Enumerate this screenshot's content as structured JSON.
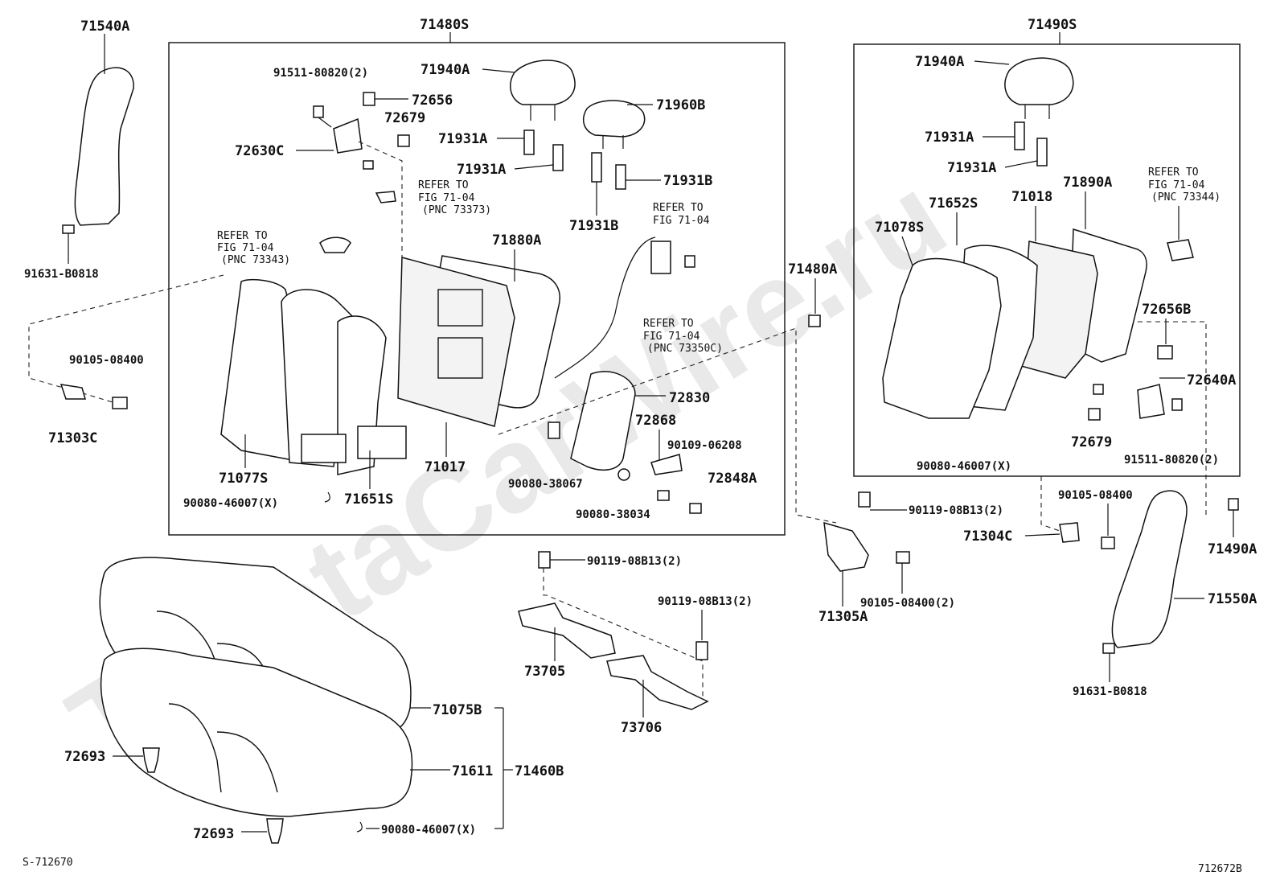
{
  "watermark": "ToyotaCarWire.ru",
  "diagram_codes": {
    "bottom_left": "S-712670",
    "bottom_right": "712672B"
  },
  "groups": {
    "left_assembly": "71480S",
    "right_assembly": "71490S"
  },
  "notes": {
    "fig_73373": [
      "REFER TO",
      "FIG 71-04",
      "(PNC 73373)"
    ],
    "fig_73343": [
      "REFER TO",
      "FIG 71-04",
      "(PNC 73343)"
    ],
    "fig_top": [
      "REFER TO",
      "FIG 71-04"
    ],
    "fig_73350c": [
      "REFER TO",
      "FIG 71-04",
      "(PNC 73350C)"
    ],
    "fig_73344": [
      "REFER TO",
      "FIG 71-04",
      "(PNC 73344)"
    ]
  },
  "labels": {
    "p71540A": "71540A",
    "p91631_1": "91631-B0818",
    "p90105_1": "90105-08400",
    "p71303C": "71303C",
    "p91511_1": "91511-80820(2)",
    "p72656": "72656",
    "p72679_1": "72679",
    "p72630C": "72630C",
    "p71940A_1": "71940A",
    "p71960B": "71960B",
    "p71931A_1": "71931A",
    "p71931A_2": "71931A",
    "p71931B_1": "71931B",
    "p71931B_2": "71931B",
    "p71880A": "71880A",
    "p71077S": "71077S",
    "p71017": "71017",
    "p71651S": "71651S",
    "p90080_46007_1": "90080-46007(X)",
    "p72830": "72830",
    "p72868": "72868",
    "p90109": "90109-06208",
    "p72848A": "72848A",
    "p90080_38067": "90080-38067",
    "p90080_38034": "90080-38034",
    "p71480A": "71480A",
    "p71940A_2": "71940A",
    "p71931A_3": "71931A",
    "p71931A_4": "71931A",
    "p71652S": "71652S",
    "p71018": "71018",
    "p71890A": "71890A",
    "p71078S": "71078S",
    "p72656B": "72656B",
    "p72640A": "72640A",
    "p72679_2": "72679",
    "p90080_46007_2": "90080-46007(X)",
    "p91511_2": "91511-80820(2)",
    "p90119_1": "90119-08B13(2)",
    "p90105_2": "90105-08400",
    "p71304C": "71304C",
    "p71490A": "71490A",
    "p71305A": "71305A",
    "p90105_3": "90105-08400(2)",
    "p71550A": "71550A",
    "p91631_2": "91631-B0818",
    "p90119_2": "90119-08B13(2)",
    "p90119_3": "90119-08B13(2)",
    "p73705": "73705",
    "p73706": "73706",
    "p71075B": "71075B",
    "p71611": "71611",
    "p71460B": "71460B",
    "p72693_1": "72693",
    "p72693_2": "72693",
    "p90080_46007_3": "90080-46007(X)"
  }
}
